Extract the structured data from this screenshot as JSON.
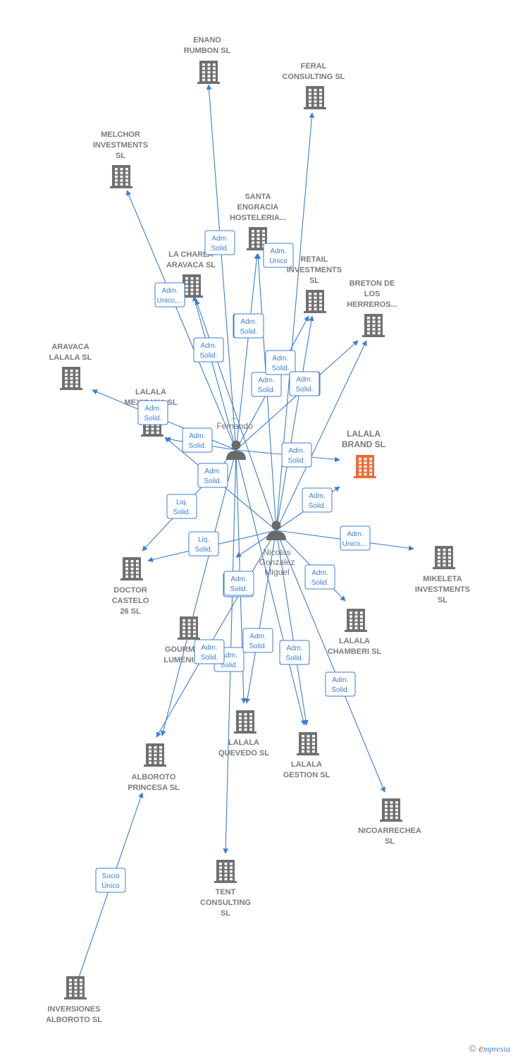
{
  "colors": {
    "edge": "#3b7fd4",
    "company": "#707070",
    "focus_company": "#f06a35",
    "person": "#6a6a6a",
    "label_border": "#3b7fd4"
  },
  "nodes": [
    {
      "id": "enano",
      "type": "company",
      "label": [
        "ENANO",
        "RUMBON  SL"
      ]
    },
    {
      "id": "feral",
      "type": "company",
      "label": [
        "FERAL",
        "CONSULTING SL"
      ]
    },
    {
      "id": "melchor",
      "type": "company",
      "label": [
        "MELCHOR",
        "INVESTMENTS",
        "SL"
      ]
    },
    {
      "id": "santa",
      "type": "company",
      "label": [
        "SANTA",
        "ENGRACIA",
        "HOSTELERIA..."
      ]
    },
    {
      "id": "charla",
      "type": "company",
      "label": [
        "LA CHARLA",
        "ARAVACA  SL"
      ]
    },
    {
      "id": "retail",
      "type": "company",
      "label": [
        "RETAIL",
        "INVESTMENTS",
        "SL"
      ]
    },
    {
      "id": "breton",
      "type": "company",
      "label": [
        "BRETON DE",
        "LOS",
        "HERREROS..."
      ]
    },
    {
      "id": "aravaca",
      "type": "company",
      "label": [
        "ARAVACA",
        "LALALA  SL"
      ]
    },
    {
      "id": "mexicana",
      "type": "company",
      "label": [
        "LALALA",
        "MEXICANA  SL"
      ]
    },
    {
      "id": "brand",
      "type": "focus",
      "label": [
        "LALALA",
        "BRAND  SL"
      ]
    },
    {
      "id": "mikeleta",
      "type": "company",
      "label": [
        "MIKELETA",
        "INVESTMENTS",
        "SL"
      ]
    },
    {
      "id": "castelo",
      "type": "company",
      "label": [
        "DOCTOR",
        "CASTELO",
        "26  SL"
      ]
    },
    {
      "id": "chamberi",
      "type": "company",
      "label": [
        "LALALA",
        "CHAMBERI  SL"
      ]
    },
    {
      "id": "gourmet",
      "type": "company",
      "label": [
        "GOURMET",
        "LUMENIC..."
      ]
    },
    {
      "id": "quevedo",
      "type": "company",
      "label": [
        "LALALA",
        "QUEVEDO  SL"
      ]
    },
    {
      "id": "gestion",
      "type": "company",
      "label": [
        "LALALA",
        "GESTION  SL"
      ]
    },
    {
      "id": "princesa",
      "type": "company",
      "label": [
        "ALBOROTO",
        "PRINCESA  SL"
      ]
    },
    {
      "id": "nicoarrechea",
      "type": "company",
      "label": [
        "NICOARRECHEA",
        "SL"
      ]
    },
    {
      "id": "tent",
      "type": "company",
      "label": [
        "TENT",
        "CONSULTING",
        "SL"
      ]
    },
    {
      "id": "inversiones",
      "type": "company",
      "label": [
        "INVERSIONES",
        "ALBOROTO  SL"
      ]
    },
    {
      "id": "fernando",
      "type": "person",
      "label": [
        "...",
        "Fernando"
      ]
    },
    {
      "id": "nicolas",
      "type": "person",
      "label": [
        "Nicolas",
        "Gonzalez",
        "Miguel"
      ]
    }
  ],
  "edges": [
    {
      "from": "fernando",
      "to": "enano",
      "label": [
        "Adm.",
        "Solid."
      ]
    },
    {
      "from": "fernando",
      "to": "melchor",
      "label": [
        "Adm.",
        "Unico,..."
      ]
    },
    {
      "from": "fernando",
      "to": "santa",
      "label": [
        "Adm.",
        "Solid."
      ]
    },
    {
      "from": "fernando",
      "to": "charla",
      "label": [
        "Adm.",
        "Solid."
      ]
    },
    {
      "from": "fernando",
      "to": "retail",
      "label": [
        "Adm.",
        "Solid."
      ]
    },
    {
      "from": "fernando",
      "to": "breton",
      "label": [
        "Adm.",
        "Solid."
      ]
    },
    {
      "from": "fernando",
      "to": "aravaca",
      "label": [
        "Adm.",
        "Solid."
      ]
    },
    {
      "from": "fernando",
      "to": "mexicana",
      "label": [
        "Adm.",
        "Solid."
      ]
    },
    {
      "from": "fernando",
      "to": "brand",
      "label": [
        "Adm.",
        "Solid."
      ]
    },
    {
      "from": "fernando",
      "to": "castelo",
      "label": [
        "Liq.",
        "Solid."
      ]
    },
    {
      "from": "fernando",
      "to": "princesa",
      "label": [
        "Adm.",
        "Solid."
      ]
    },
    {
      "from": "fernando",
      "to": "quevedo",
      "label": [
        "Adm.",
        "Solid."
      ]
    },
    {
      "from": "fernando",
      "to": "gestion",
      "label": [
        "Adm.",
        "Solid."
      ]
    },
    {
      "from": "fernando",
      "to": "tent",
      "label": [
        "Adm.",
        "Solid."
      ]
    },
    {
      "from": "nicolas",
      "to": "feral",
      "label": [
        "Adm.",
        "Unico"
      ]
    },
    {
      "from": "nicolas",
      "to": "santa",
      "label": [
        "Adm.",
        "Solid."
      ]
    },
    {
      "from": "nicolas",
      "to": "charla",
      "label": [
        "Adm.",
        "Solid."
      ]
    },
    {
      "from": "nicolas",
      "to": "retail",
      "label": [
        "Adm.",
        "Solid."
      ]
    },
    {
      "from": "nicolas",
      "to": "breton",
      "label": [
        "Adm.",
        "Solid."
      ]
    },
    {
      "from": "nicolas",
      "to": "brand",
      "label": [
        "Adm.",
        "Solid."
      ]
    },
    {
      "from": "nicolas",
      "to": "mexicana",
      "label": [
        "Adm.",
        "Solid."
      ]
    },
    {
      "from": "nicolas",
      "to": "mikeleta",
      "label": [
        "Adm.",
        "Unico,..."
      ]
    },
    {
      "from": "nicolas",
      "to": "castelo",
      "label": [
        "Liq.",
        "Solid."
      ]
    },
    {
      "from": "nicolas",
      "to": "chamberi",
      "label": [
        "Adm.",
        "Solid."
      ]
    },
    {
      "from": "nicolas",
      "to": "princesa",
      "label": [
        "Adm.",
        "Solid."
      ]
    },
    {
      "from": "nicolas",
      "to": "quevedo",
      "label": [
        "Adm.",
        "Solid."
      ]
    },
    {
      "from": "nicolas",
      "to": "gestion",
      "label": [
        "Adm.",
        "Solid."
      ]
    },
    {
      "from": "nicolas",
      "to": "nicoarrechea",
      "label": [
        "Adm.",
        "Solid."
      ]
    },
    {
      "from": "nicolas",
      "to": "gourmet",
      "label": [
        "Adm.",
        "Solid."
      ]
    },
    {
      "from": "inversiones",
      "to": "princesa",
      "label": [
        "Socio",
        "Único"
      ]
    }
  ],
  "credit": {
    "symbol": "©",
    "brand_initial": "e",
    "brand_rest": "mpresia"
  }
}
